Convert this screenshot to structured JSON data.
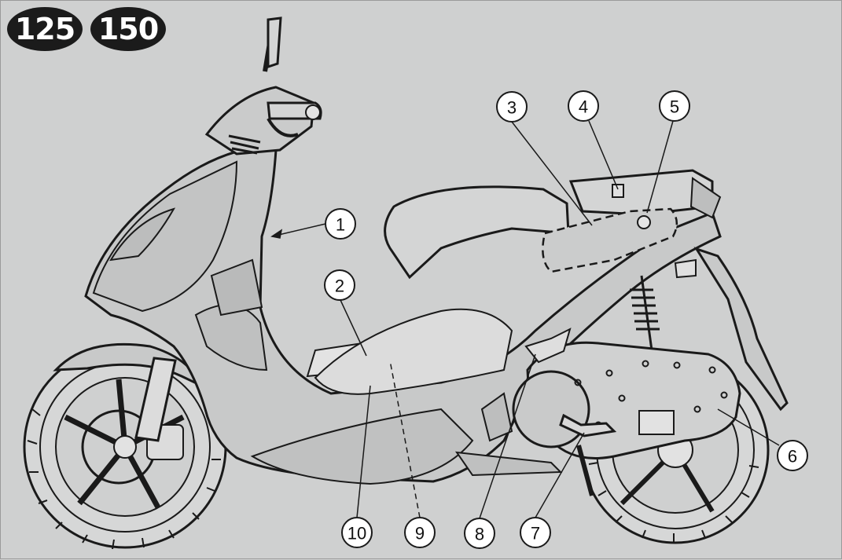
{
  "badges": [
    {
      "label": "125"
    },
    {
      "label": "150"
    }
  ],
  "callouts": [
    {
      "number": "1"
    },
    {
      "number": "2"
    },
    {
      "number": "3"
    },
    {
      "number": "4"
    },
    {
      "number": "5"
    },
    {
      "number": "6"
    },
    {
      "number": "7"
    },
    {
      "number": "8"
    },
    {
      "number": "9"
    },
    {
      "number": "10"
    }
  ],
  "colors": {
    "background": "#cfd0d0",
    "line": "#1a1a1a",
    "body_fill": "#c8c9c9",
    "panel_fill": "#dcdcdc",
    "badge_fill": "#1b1b1b"
  }
}
